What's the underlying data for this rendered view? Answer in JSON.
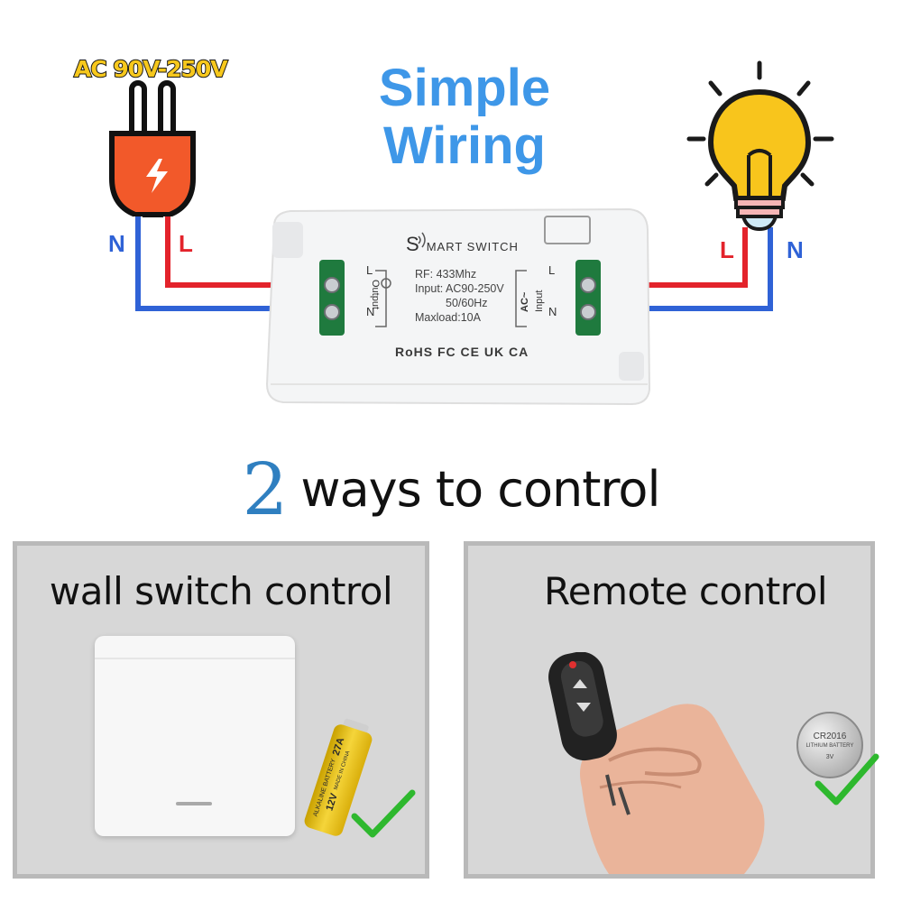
{
  "header": {
    "voltage": "AC 90V-250V",
    "title_line1": "Simple",
    "title_line2": "Wiring"
  },
  "wires": {
    "left_neutral": "N",
    "left_live": "L",
    "right_live": "L",
    "right_neutral": "N"
  },
  "device": {
    "brand_s": "S",
    "brand_rest": "MART SWITCH",
    "rf": "RF: 433Mhz",
    "input": "Input: AC90-250V",
    "freq": "50/60Hz",
    "maxload": "Maxload:10A",
    "left_terminal_l": "L",
    "left_terminal_n": "N",
    "left_port_label": "Output",
    "right_terminal_l": "L",
    "right_terminal_n": "N",
    "right_port_label_ac": "AC~",
    "right_port_label_input": "Input",
    "certs": "RoHS  FC  CE  UK CA"
  },
  "subtitle": {
    "number": "2",
    "text": "ways to control"
  },
  "panels": {
    "left_title": "wall switch control",
    "right_title": "Remote control"
  },
  "battery_12v": {
    "line1": "ALKALINE BATTERY",
    "line2": "27A 12V",
    "line3": "MADE IN CHINA"
  },
  "coin_cell": {
    "line1": "CR2016",
    "line2": "LITHIUM BATTERY",
    "line3": "3V"
  },
  "colors": {
    "accent_blue": "#3e97e8",
    "wire_red": "#e3232b",
    "wire_blue": "#2f62d6",
    "check_green": "#2eb82e",
    "bulb_yellow": "#f8c51c",
    "plug_orange": "#f2592a"
  }
}
